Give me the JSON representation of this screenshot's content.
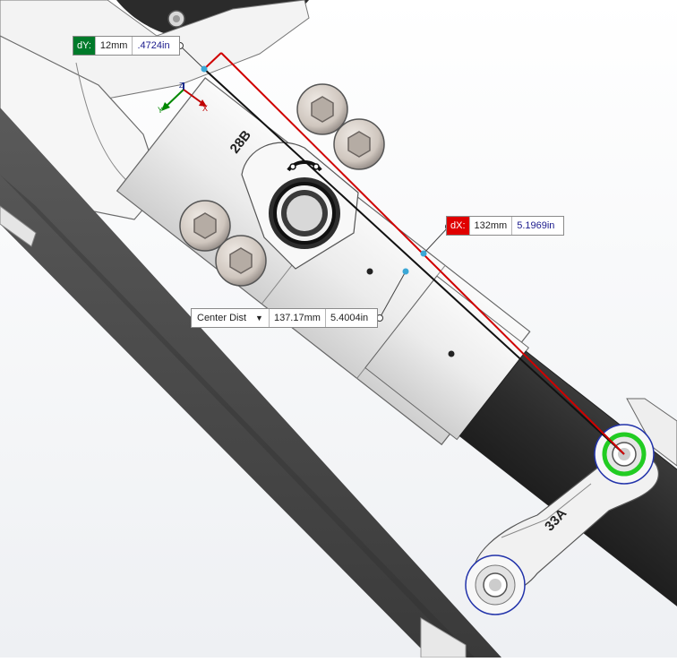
{
  "measure": {
    "dy": {
      "tag": "dY:",
      "metric": "12mm",
      "imperial": ".4724in",
      "tag_color": "#007a2a"
    },
    "dx": {
      "tag": "dX:",
      "metric": "132mm",
      "imperial": "5.1969in",
      "tag_color": "#e00000"
    },
    "center": {
      "mode": "Center Dist",
      "metric": "137.17mm",
      "imperial": "5.4004in"
    }
  },
  "parts": {
    "upper_label": "28B",
    "lower_label": "33A"
  },
  "colors": {
    "dx_line": "#d00000",
    "center_line": "#111111",
    "selection": "#22cc22",
    "triad_x": "#c00000",
    "triad_y": "#008800",
    "triad_z": "#1a2b8c"
  },
  "icons": {
    "triad": "coordinate-triad-icon",
    "dropdown": "chevron-down-icon"
  }
}
